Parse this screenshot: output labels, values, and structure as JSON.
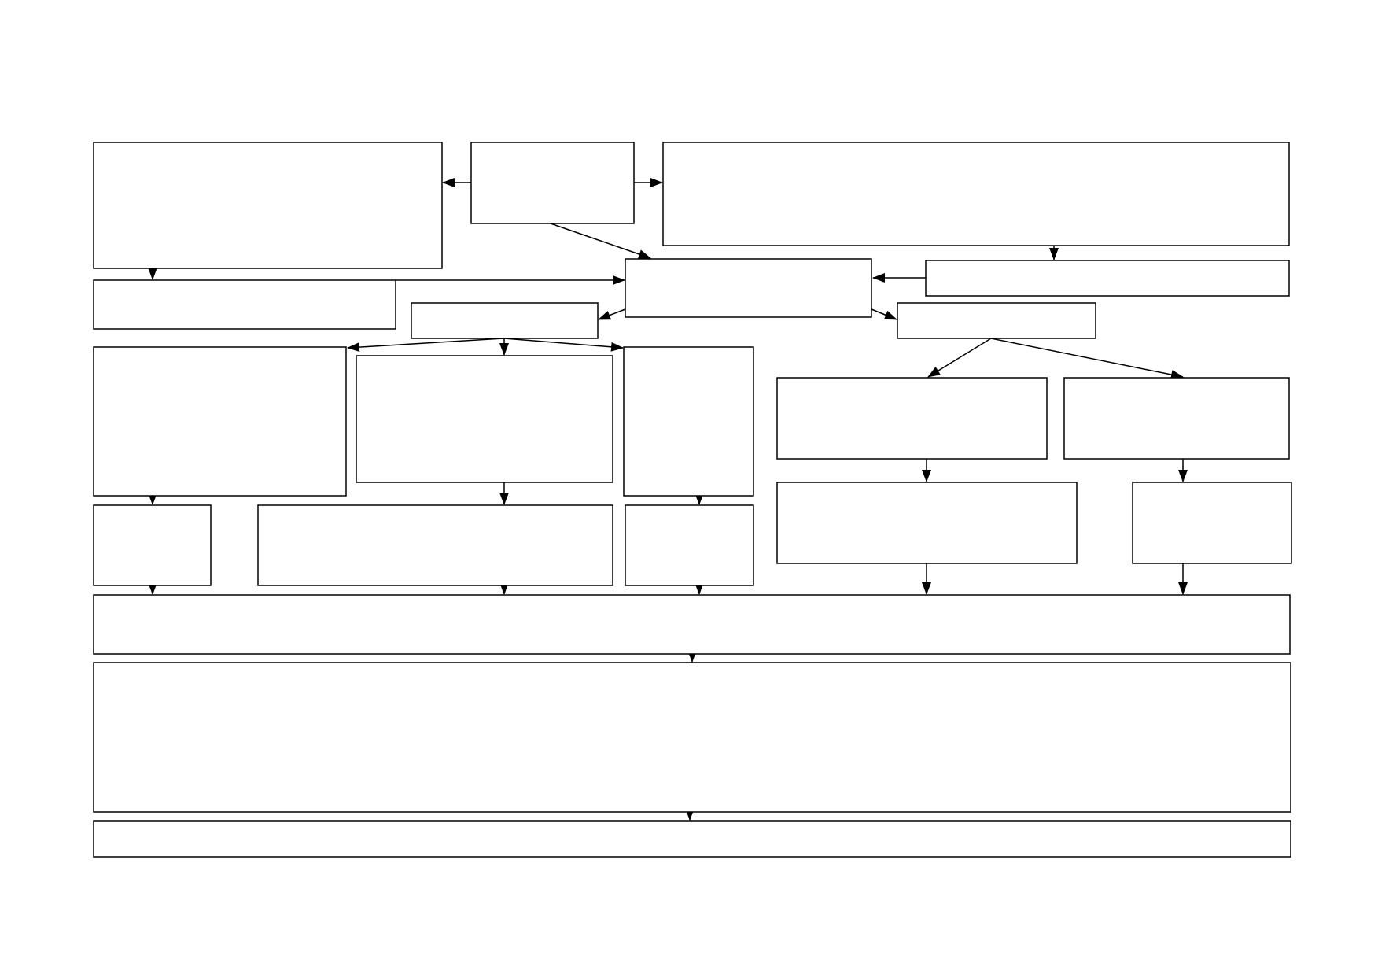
{
  "diagram": {
    "type": "flowchart",
    "colors": {
      "background": "#ffffff",
      "stroke": "#000000",
      "box_fill": "#ffffff"
    },
    "nodes": [
      {
        "id": "top-left",
        "text": ""
      },
      {
        "id": "top-center",
        "text": ""
      },
      {
        "id": "top-right",
        "text": ""
      },
      {
        "id": "left-strip",
        "text": ""
      },
      {
        "id": "hub",
        "text": ""
      },
      {
        "id": "right-strip",
        "text": ""
      },
      {
        "id": "left-small",
        "text": ""
      },
      {
        "id": "right-small",
        "text": ""
      },
      {
        "id": "col-a-upper",
        "text": ""
      },
      {
        "id": "col-b-upper",
        "text": ""
      },
      {
        "id": "col-c-upper",
        "text": ""
      },
      {
        "id": "col-d-upper",
        "text": ""
      },
      {
        "id": "col-e-upper",
        "text": ""
      },
      {
        "id": "col-a-lower",
        "text": ""
      },
      {
        "id": "col-b-lower",
        "text": ""
      },
      {
        "id": "col-c-lower",
        "text": ""
      },
      {
        "id": "col-d-lower",
        "text": ""
      },
      {
        "id": "col-e-lower",
        "text": ""
      },
      {
        "id": "wide-1",
        "text": ""
      },
      {
        "id": "wide-2",
        "text": ""
      },
      {
        "id": "wide-3",
        "text": ""
      }
    ],
    "edges": [
      {
        "from": "top-center",
        "to": "top-left"
      },
      {
        "from": "top-center",
        "to": "top-right"
      },
      {
        "from": "top-center",
        "to": "hub"
      },
      {
        "from": "top-left",
        "to": "left-strip"
      },
      {
        "from": "top-right",
        "to": "right-strip"
      },
      {
        "from": "right-strip",
        "to": "hub"
      },
      {
        "from": "left-strip",
        "to": "hub"
      },
      {
        "from": "hub",
        "to": "left-small"
      },
      {
        "from": "hub",
        "to": "right-small"
      },
      {
        "from": "left-small",
        "to": "col-a-upper"
      },
      {
        "from": "left-small",
        "to": "col-b-upper"
      },
      {
        "from": "left-small",
        "to": "col-c-upper"
      },
      {
        "from": "right-small",
        "to": "col-d-upper"
      },
      {
        "from": "right-small",
        "to": "col-e-upper"
      },
      {
        "from": "col-a-upper",
        "to": "col-a-lower"
      },
      {
        "from": "col-b-upper",
        "to": "col-b-lower"
      },
      {
        "from": "col-c-upper",
        "to": "col-c-lower"
      },
      {
        "from": "col-d-upper",
        "to": "col-d-lower"
      },
      {
        "from": "col-e-upper",
        "to": "col-e-lower"
      },
      {
        "from": "col-a-lower",
        "to": "wide-1"
      },
      {
        "from": "col-b-lower",
        "to": "wide-1"
      },
      {
        "from": "col-c-lower",
        "to": "wide-1"
      },
      {
        "from": "col-d-lower",
        "to": "wide-1"
      },
      {
        "from": "col-e-lower",
        "to": "wide-1"
      },
      {
        "from": "wide-1",
        "to": "wide-2"
      },
      {
        "from": "wide-2",
        "to": "wide-3"
      }
    ]
  }
}
